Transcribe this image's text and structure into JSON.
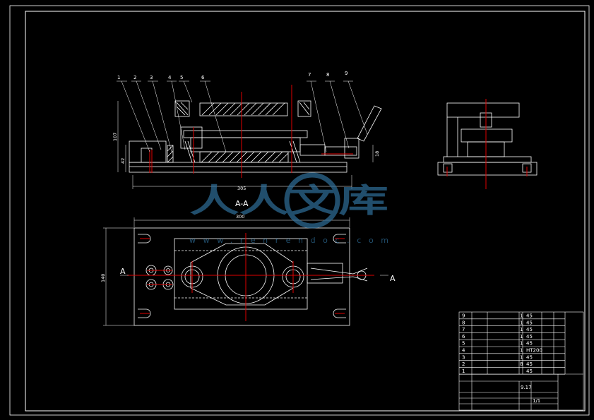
{
  "part_numbers": [
    "1",
    "2",
    "3",
    "4",
    "5",
    "6",
    "7",
    "8",
    "9"
  ],
  "dimensions": {
    "front_height": "107",
    "front_lower_height": "42",
    "front_right_height": "18",
    "front_width": "305",
    "plan_width": "300",
    "plan_height": "140"
  },
  "section": {
    "title": "A-A",
    "left_mark": "A",
    "right_mark": "A"
  },
  "watermark": {
    "chars": "人人文库",
    "url": "www.renrendoc.com"
  },
  "title_block": {
    "rows": [
      {
        "no": "9",
        "qty": "1",
        "material": "45"
      },
      {
        "no": "8",
        "qty": "1",
        "material": "45"
      },
      {
        "no": "7",
        "qty": "1",
        "material": "45"
      },
      {
        "no": "6",
        "qty": "1",
        "material": "45"
      },
      {
        "no": "5",
        "qty": "1",
        "material": "45"
      },
      {
        "no": "4",
        "qty": "1",
        "material": "HT200"
      },
      {
        "no": "3",
        "qty": "1",
        "material": "45"
      },
      {
        "no": "2",
        "qty": "8",
        "material": "45"
      },
      {
        "no": "1",
        "qty": "",
        "material": "45"
      }
    ],
    "scale": "9.17",
    "sheet": "1/1"
  }
}
